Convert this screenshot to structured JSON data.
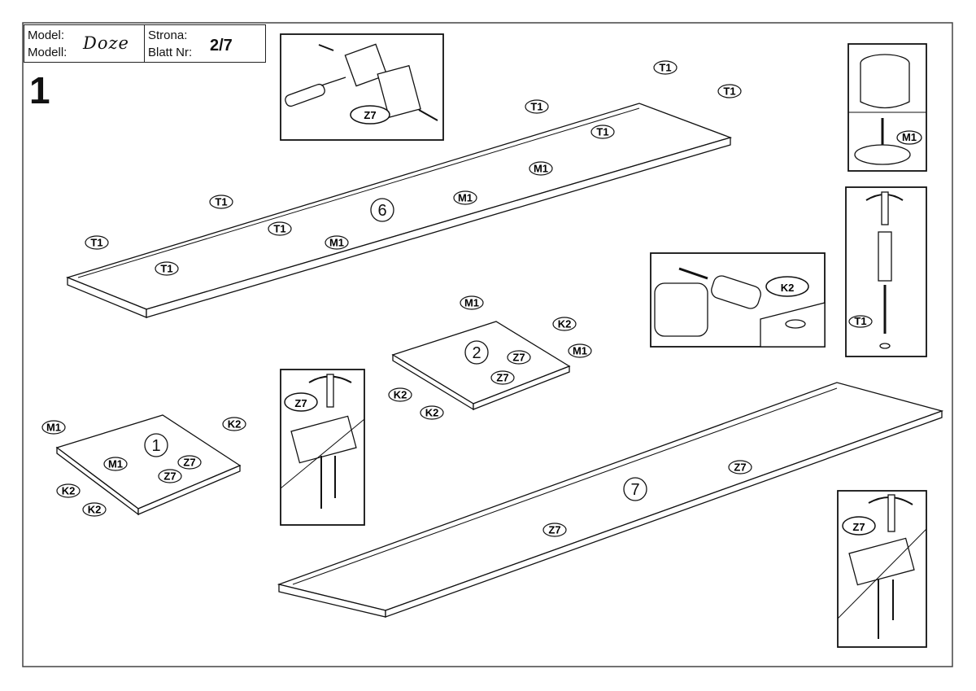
{
  "header": {
    "model_label": "Model:",
    "modell_label": "Modell:",
    "model_value": "Doze",
    "strona_label": "Strona:",
    "blatt_label": "Blatt Nr:",
    "page_value": "2/7"
  },
  "step_number": "1",
  "panels": {
    "p1": "1",
    "p2": "2",
    "p6": "6",
    "p7": "7"
  },
  "parts": {
    "t1": "T1",
    "m1": "M1",
    "k2": "K2",
    "z7": "Z7"
  },
  "colors": {
    "line": "#111111",
    "frame": "#444444",
    "panel_fill": "#ffffff"
  }
}
